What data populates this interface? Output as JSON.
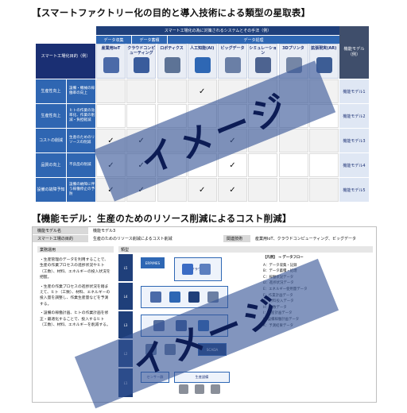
{
  "headings": {
    "top": "【スマートファクトリー化の目的と導入技術による類型の星取表】",
    "bottom": "【機能モデル：生産のためのリソース削減によるコスト削減】"
  },
  "watermark": "イメージ",
  "matrix": {
    "band_title": "スマート工場化の為に対策されるシステムとその手法（例）",
    "model_col_head": "機能モデル（例）",
    "category_head": "スマート工場化目的（例）",
    "groups": [
      "データ収集",
      "データ蓄積",
      "データ処理"
    ],
    "techs": [
      "産業用IoT",
      "クラウドコンピューティング",
      "ロボティクス",
      "人工知能(AI)",
      "ビッグデータ",
      "シミュレーション",
      "3Dプリンタ",
      "拡張現実(AR)"
    ],
    "rows": [
      {
        "purpose": "生産性向上",
        "desc": "設備・機械の稼働率の向上",
        "marks": [
          "",
          "",
          "",
          "✓",
          "",
          "",
          "",
          ""
        ],
        "model": "機能モデル1"
      },
      {
        "purpose": "生産性向上",
        "desc": "ヒトの作業の効率化、作業の削減・負担軽減",
        "marks": [
          "",
          "",
          "",
          "",
          "",
          "",
          "",
          ""
        ],
        "model": "機能モデル2"
      },
      {
        "purpose": "コストの削減",
        "desc": "生産のためのリソースの削減",
        "marks": [
          "✓",
          "✓",
          "",
          "",
          "✓",
          "",
          "",
          ""
        ],
        "model": "機能モデル3"
      },
      {
        "purpose": "品質の向上",
        "desc": "不良品の削減",
        "marks": [
          "✓",
          "✓",
          "",
          "",
          "✓",
          "",
          "",
          ""
        ],
        "model": "機能モデル4"
      },
      {
        "purpose": "設備の故障予知",
        "desc": "設備の故障に伴う稼働停止の予防",
        "marks": [
          "✓",
          "✓",
          "",
          "✓",
          "✓",
          "",
          "",
          ""
        ],
        "model": "機能モデル5"
      }
    ]
  },
  "doc": {
    "model_key": "機能モデル名",
    "model_val": "機能モデル3",
    "purpose_key": "スマート工場の目的",
    "purpose_val": "生産のためのリソース削減によるコスト削減",
    "tech_key": "関連技術",
    "tech_val": "産業用IoT、クラウドコンピューティング、ビッグデータ",
    "sec_business": "業務運用",
    "sec_type": "類型",
    "business_points": [
      "・生産管理のデータを利用することで、生産の作業プロセスの進捗状況やヒト（工数）、材料、エネルギーの投入状況を把握。",
      "・生産の作業プロセスの進捗状況を踏まえて、ヒト（工数）、材料、エネルギーの投入量を調整し、作業生産量などを予測する。",
      "・設備の稼働計画、ヒトの作業計画を修正・最適化することで、投入するヒト（工数）、材料、エネルギーを削減する。"
    ],
    "diagram_labels": {
      "layers": [
        "L1",
        "L2",
        "L3",
        "L4",
        "L5"
      ],
      "erp": "ERP/MES",
      "cloud": "クラウド",
      "scada": "SCADA",
      "sensor": "センサー群",
      "equip": "生産設備"
    },
    "legend_title": "【凡例】 → データフロー",
    "legend_items": [
      "A：データ収集・記録",
      "B：データ蓄積・処理",
      "C：稼働状況データ",
      "D：進捗状況データ",
      "E：エネルギー使用量データ",
      "F：作業計画データ",
      "G：材料投入データ",
      "H：工数データ",
      "I：生産計画データ",
      "J：設備稼働計画データ",
      "K：予測結果データ"
    ]
  }
}
